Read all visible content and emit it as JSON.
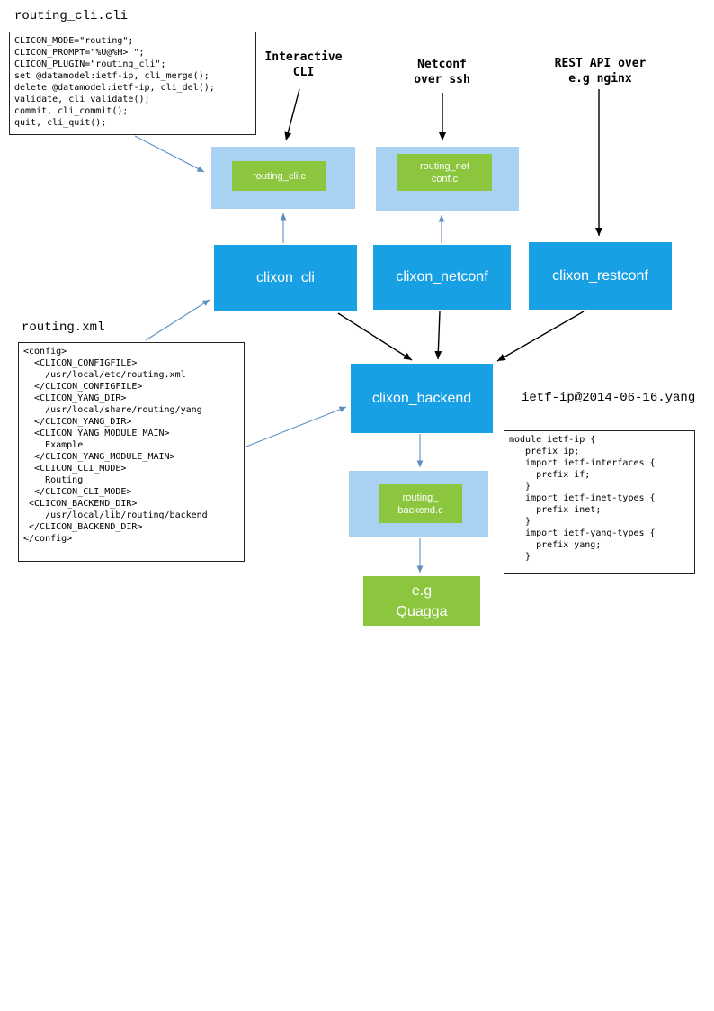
{
  "colors": {
    "node_blue": "#18a0e4",
    "container_blue": "#a9d2f2",
    "plugin_green": "#8cc63f",
    "arrow_blue": "#5f8fbf",
    "arrow_black": "#000000"
  },
  "titles": {
    "routing_cli": "routing_cli.cli",
    "routing_xml": "routing.xml",
    "yang": "ietf-ip@2014-06-16.yang"
  },
  "annotations": {
    "interactive_cli": "Interactive\nCLI",
    "netconf": "Netconf\nover ssh",
    "rest_api": "REST API over\ne.g nginx"
  },
  "code": {
    "routing_cli_cli": "CLICON_MODE=\"routing\";\nCLICON_PROMPT=\"%U@%H> \";\nCLICON_PLUGIN=\"routing_cli\";\nset @datamodel:ietf-ip, cli_merge();\ndelete @datamodel:ietf-ip, cli_del();\nvalidate, cli_validate();\ncommit, cli_commit();\nquit, cli_quit();",
    "routing_xml": "<config>\n  <CLICON_CONFIGFILE>\n    /usr/local/etc/routing.xml\n  </CLICON_CONFIGFILE>\n  <CLICON_YANG_DIR>\n    /usr/local/share/routing/yang\n  </CLICON_YANG_DIR>\n  <CLICON_YANG_MODULE_MAIN>\n    Example\n  </CLICON_YANG_MODULE_MAIN>\n  <CLICON_CLI_MODE>\n    Routing\n  </CLICON_CLI_MODE>\n <CLICON_BACKEND_DIR>\n    /usr/local/lib/routing/backend\n </CLICON_BACKEND_DIR>\n</config>",
    "yang": "module ietf-ip {\n   prefix ip;\n   import ietf-interfaces {\n     prefix if;\n   }\n   import ietf-inet-types {\n     prefix inet;\n   }\n   import ietf-yang-types {\n     prefix yang;\n   }"
  },
  "nodes": {
    "routing_cli_c": "routing_cli.c",
    "routing_netconf_c": "routing_net\nconf.c",
    "clixon_cli": "clixon_cli",
    "clixon_netconf": "clixon_netconf",
    "clixon_restconf": "clixon_restconf",
    "clixon_backend": "clixon_backend",
    "routing_backend_c": "routing_\nbackend.c",
    "quagga": "e.g\nQuagga"
  }
}
